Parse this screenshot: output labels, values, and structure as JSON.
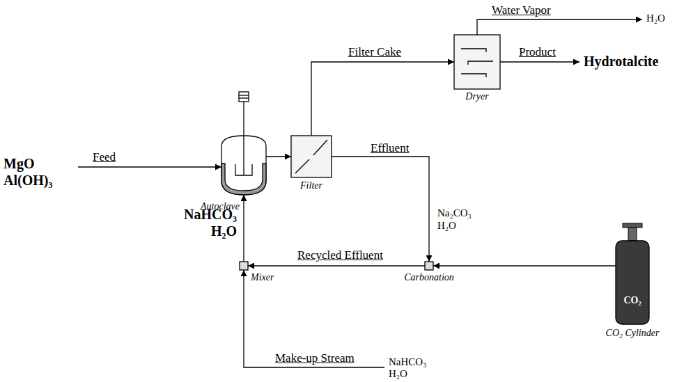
{
  "diagram": {
    "nodes": [
      {
        "text": [
          "Autoclave"
        ]
      },
      {
        "text": [
          "Filter"
        ]
      },
      {
        "text": [
          "Dryer"
        ]
      },
      {
        "text": [
          "Mixer"
        ]
      },
      {
        "text": [
          "Carbonation"
        ]
      },
      {
        "text": [
          "CO₂",
          "CO₂ Cylinder"
        ]
      }
    ],
    "edges": [
      {
        "from": 0,
        "to": 1,
        "arrow": "to"
      },
      {
        "from": 1,
        "to": 2,
        "label": "Filter Cake",
        "arrow": "to"
      },
      {
        "from": 1,
        "to": 4,
        "label": "Effluent",
        "arrow": "to"
      },
      {
        "from": 5,
        "to": 4,
        "arrow": "to"
      },
      {
        "from": 4,
        "to": 3,
        "label": "Recycled Effluent",
        "arrow": "to"
      },
      {
        "from": 3,
        "to": 0,
        "arrow": "to"
      }
    ],
    "labels": [
      "MgO",
      "Al(OH)₃",
      "Feed",
      "NaHCO₃",
      "H₂O",
      "Water Vapor",
      "H₂O",
      "Product",
      "Hydrotalcite",
      "Na₂CO₃",
      "H₂O",
      "Make-up Stream",
      "NaHCO₃",
      "H₂O"
    ]
  }
}
